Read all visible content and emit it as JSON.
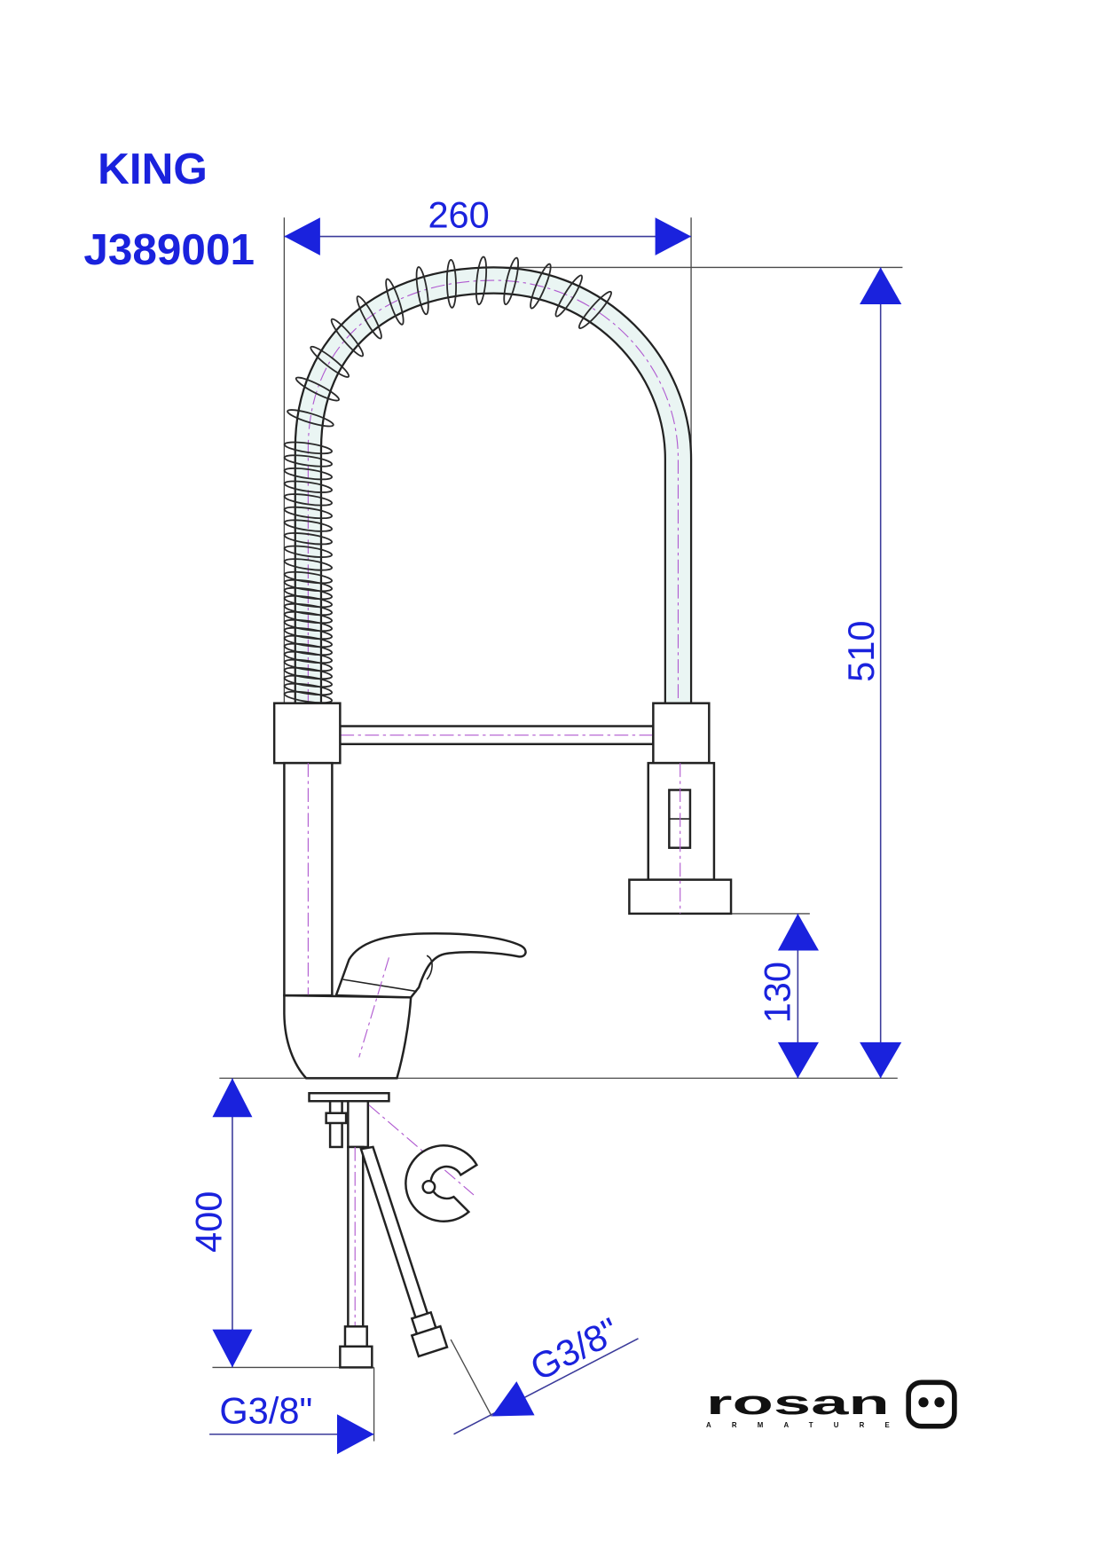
{
  "product": {
    "name": "KING",
    "code": "J389001"
  },
  "dimensions": {
    "overall_width": "260",
    "overall_height": "510",
    "spray_clearance": "130",
    "hose_length": "400"
  },
  "connections": {
    "left_thread": "G3/8\"",
    "right_thread": "G3/8\""
  },
  "brand": {
    "name": "rosan",
    "tagline": "ARMATURE"
  },
  "colors": {
    "annotation": "#1a22dd",
    "outline": "#222222"
  }
}
